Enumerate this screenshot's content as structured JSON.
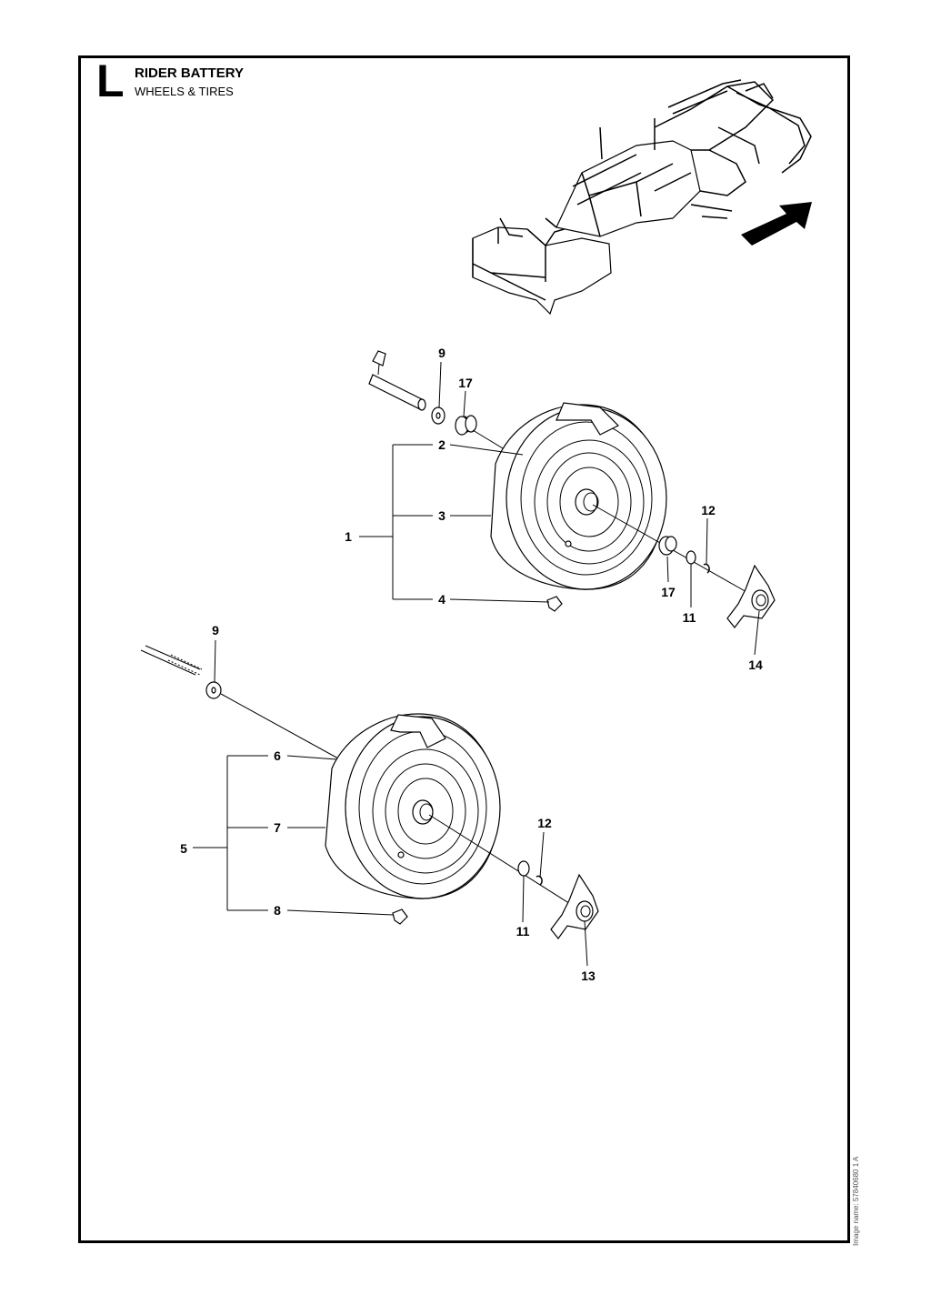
{
  "header": {
    "section_letter": "L",
    "title": "RIDER BATTERY",
    "subtitle": "WHEELS & TIRES"
  },
  "image_name": "Image name: 57840680 1 A",
  "callouts": {
    "rear_bolt_washer": "9",
    "rear_inner_bushing": "17",
    "rear_rim": "2",
    "rear_tire": "3",
    "rear_wheel_assembly": "1",
    "rear_valve": "4",
    "rear_retaining_ring": "12",
    "rear_outer_bushing": "17",
    "rear_washer": "11",
    "rear_hub_cap": "14",
    "front_washer_inner": "9",
    "front_rim": "6",
    "front_tire": "7",
    "front_wheel_assembly": "5",
    "front_valve": "8",
    "front_retaining_ring": "12",
    "front_washer": "11",
    "front_hub_cap": "13"
  }
}
